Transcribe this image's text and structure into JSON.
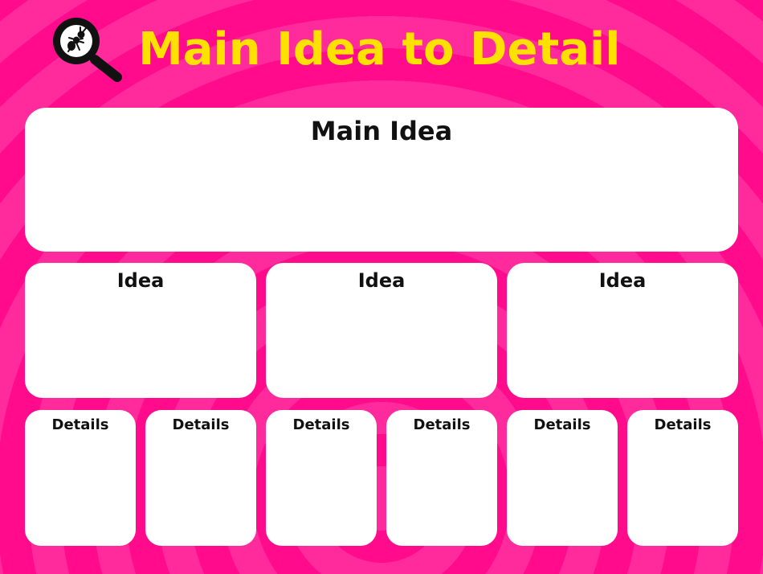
{
  "title": "Main Idea to Detail",
  "colors": {
    "background": "#ff0d8e",
    "title": "#ffe100",
    "card": "#ffffff",
    "text": "#111111"
  },
  "icon": "magnifying-glass-ant-icon",
  "main": {
    "label": "Main Idea"
  },
  "ideas": [
    {
      "label": "Idea"
    },
    {
      "label": "Idea"
    },
    {
      "label": "Idea"
    }
  ],
  "details": [
    {
      "label": "Details"
    },
    {
      "label": "Details"
    },
    {
      "label": "Details"
    },
    {
      "label": "Details"
    },
    {
      "label": "Details"
    },
    {
      "label": "Details"
    }
  ]
}
